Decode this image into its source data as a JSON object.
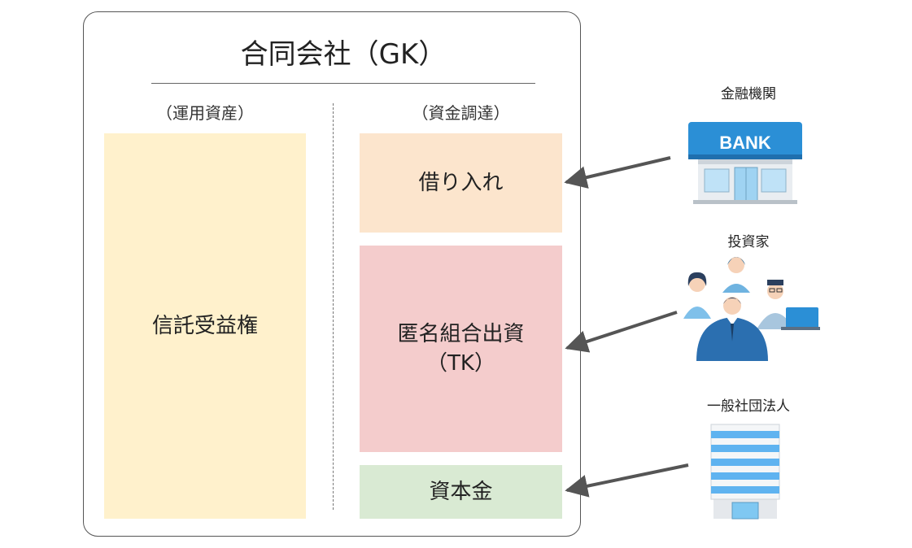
{
  "company": {
    "title": "合同会社（GK）"
  },
  "assets": {
    "header": "（運用資産）",
    "box_label": "信託受益権",
    "box_color": "#fff1cc"
  },
  "funding": {
    "header": "（資金調達）",
    "loan": {
      "label": "借り入れ",
      "color": "#fce5cd"
    },
    "tk": {
      "line1": "匿名組合出資",
      "line2": "（TK）",
      "color": "#f4cccc"
    },
    "capital": {
      "label": "資本金",
      "color": "#d9ead3"
    }
  },
  "entities": {
    "bank": {
      "label": "金融機関",
      "sign": "BANK",
      "icon": "bank-icon"
    },
    "investors": {
      "label": "投資家",
      "icon": "investors-icon"
    },
    "association": {
      "label": "一般社団法人",
      "icon": "office-building-icon"
    }
  },
  "colors": {
    "frame": "#555555",
    "arrow": "#555555",
    "bank_blue": "#2b8fd6",
    "building_blue": "#5fb3f0"
  }
}
